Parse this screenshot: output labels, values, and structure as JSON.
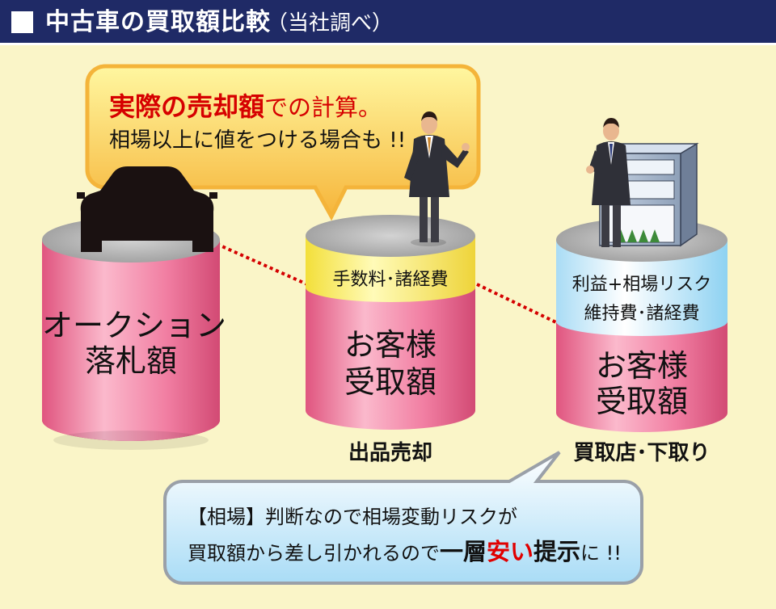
{
  "header": {
    "title": "中古車の買取額比較",
    "note": "（当社調べ）",
    "bg": "#1f2a66"
  },
  "callout_top": {
    "highlight": "実際の売却額",
    "line1_rest": "での計算。",
    "line2": "相場以上に値をつける場合も !!"
  },
  "cylinders": {
    "auction": {
      "label_line1": "オークション",
      "label_line2": "落札額"
    },
    "listing": {
      "top_band": "手数料･諸経費",
      "label_line1": "お客様",
      "label_line2": "受取額",
      "caption": "出品売却"
    },
    "dealer": {
      "top_band_line1": "利益+相場リスク",
      "top_band_line2": "維持費･諸経費",
      "label_line1": "お客様",
      "label_line2": "受取額",
      "caption": "買取店･下取り"
    }
  },
  "callout_bottom": {
    "line1": "【相場】判断なので相場変動リスクが",
    "line2_prefix": "買取額から差し引かれるので",
    "line2_bold1": "一層",
    "line2_red": "安い",
    "line2_bold2": "提示",
    "line2_suffix": "に !!"
  },
  "colors": {
    "background": "#faf5c8",
    "pink": "#f07fa2",
    "yellow_band": "#fff58c",
    "blue_band": "#c9ecfb",
    "dotted_line": "#d40000",
    "emphasis_red": "#d60000"
  }
}
